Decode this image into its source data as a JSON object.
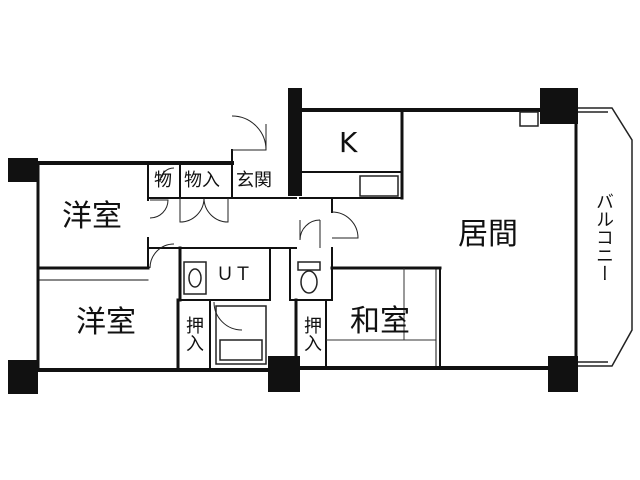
{
  "rooms": {
    "western_room_top": "洋室",
    "western_room_bottom": "洋室",
    "living_room": "居間",
    "kitchen": "K",
    "japanese_room": "和室",
    "utility": "ＵＴ",
    "entrance": "玄関",
    "storage_small": "物",
    "storage_entry": "物入",
    "closet_left": "押入",
    "closet_right": "押入",
    "balcony": "バルコニー"
  },
  "colors": {
    "wall": "#111111",
    "line": "#222222",
    "background": "#ffffff"
  }
}
